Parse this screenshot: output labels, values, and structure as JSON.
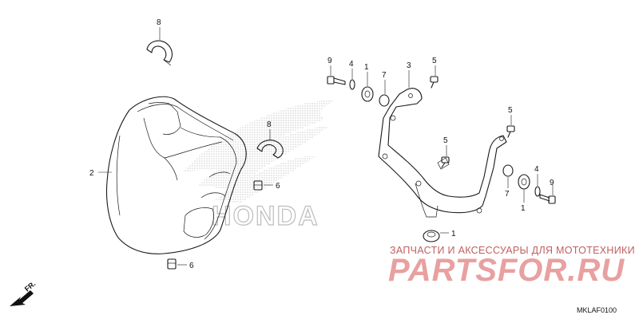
{
  "diagram_code": "MKLAF0100",
  "front_marker": "FR.",
  "brand_watermark": "HONDA",
  "shop_caption": "ЗАПЧАСТИ И АКСЕССУАРЫ ДЛЯ МОТОТЕХНИКИ",
  "shop_logo": "PARTSFOR.RU",
  "callouts": {
    "headlight_unit": "2",
    "clip_top": "8",
    "clip_mid": "8",
    "nut_left": "6",
    "nut_bottom": "6",
    "bolt_top": "9",
    "washer_top": "4",
    "rubber_top": "1",
    "collar_top": "7",
    "bracket": "3",
    "screw_top": "5",
    "screw_right_top": "5",
    "screw_mid": "5",
    "collar_right": "7",
    "washer_right": "4",
    "bolt_right": "9",
    "rubber_right": "1",
    "rubber_bottom": "1"
  },
  "colors": {
    "line": "#1a1a1a",
    "watermark_logo": "#e8a0a0",
    "watermark_caption": "#c06060",
    "background_logo": "#bdbdbd"
  }
}
